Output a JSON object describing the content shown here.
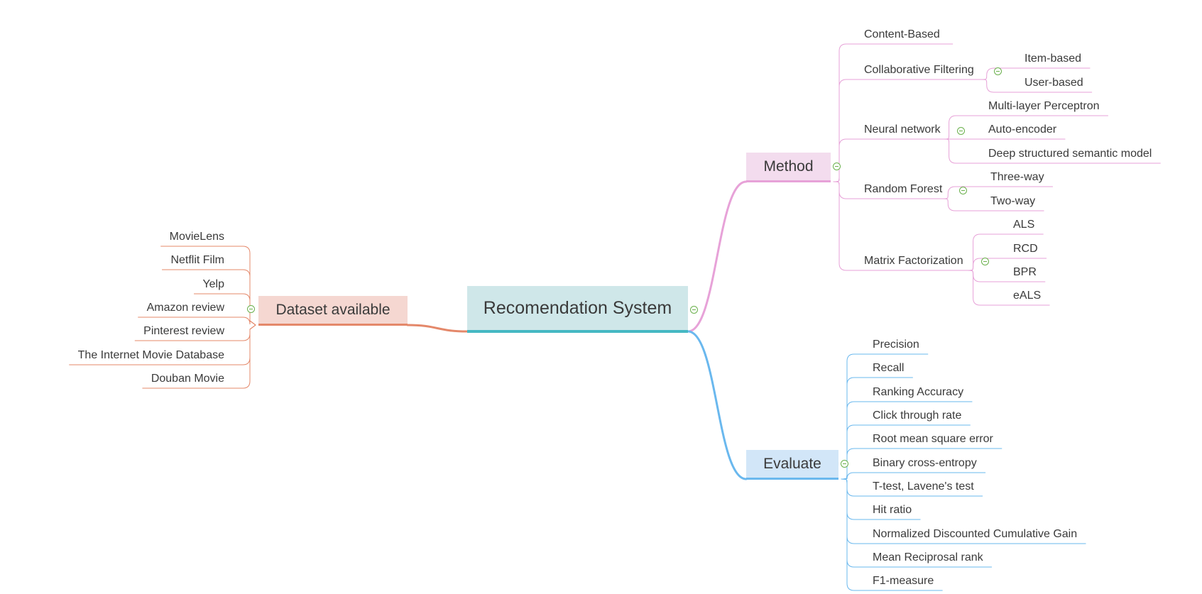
{
  "colors": {
    "central_fill": "#cfe7e9",
    "central_line": "#45b8c3",
    "method_fill": "#f3dcee",
    "method_line": "#e7a2d8",
    "evaluate_fill": "#d2e6f8",
    "evaluate_line": "#6ab8ee",
    "dataset_fill": "#f5d7d1",
    "dataset_line": "#e4886a",
    "collapse": "#6ab04c",
    "text": "#3a3a3a"
  },
  "central": {
    "label": "Recomendation System"
  },
  "method": {
    "label": "Method",
    "content_based": "Content-Based",
    "collaborative_filtering": {
      "label": "Collaborative Filtering",
      "children": [
        "Item-based",
        "User-based"
      ]
    },
    "neural_network": {
      "label": "Neural network",
      "children": [
        "Multi-layer Perceptron",
        "Auto-encoder",
        "Deep structured semantic model"
      ]
    },
    "random_forest": {
      "label": "Random Forest",
      "children": [
        "Three-way",
        "Two-way"
      ]
    },
    "matrix_factorization": {
      "label": "Matrix Factorization",
      "children": [
        "ALS",
        "RCD",
        "BPR",
        "eALS"
      ]
    }
  },
  "evaluate": {
    "label": "Evaluate",
    "children": [
      "Precision",
      "Recall",
      "Ranking Accuracy",
      "Click through rate",
      "Root mean square error",
      "Binary cross-entropy",
      "T-test, Lavene's test",
      "Hit ratio",
      "Normalized Discounted Cumulative Gain",
      "Mean Reciprosal rank",
      "F1-measure"
    ]
  },
  "dataset": {
    "label": "Dataset available",
    "children": [
      "MovieLens",
      "Netflit Film",
      "Yelp",
      "Amazon review",
      "Pinterest review",
      "The Internet Movie Database",
      "Douban Movie"
    ]
  }
}
